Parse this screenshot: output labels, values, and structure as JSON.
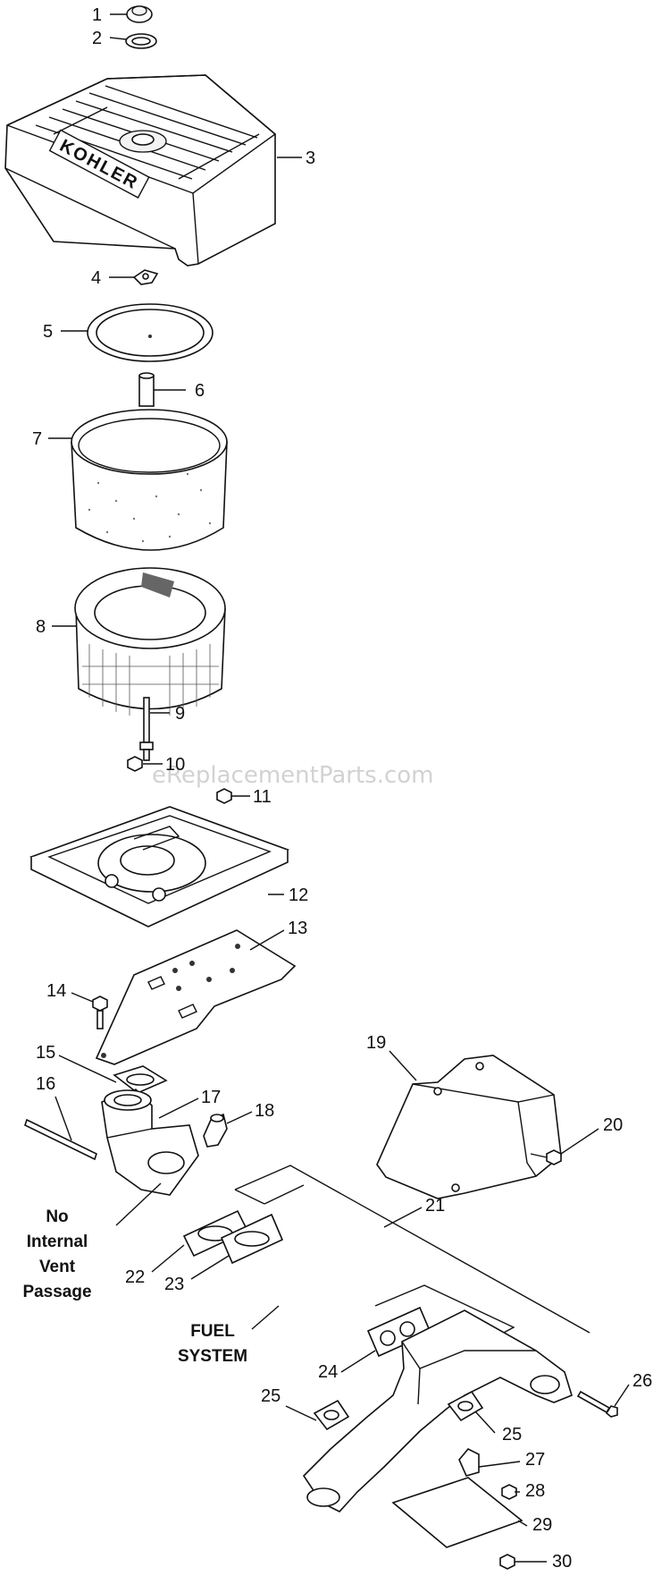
{
  "watermark": "eReplacementParts.com",
  "cover_logo": "KOHLER",
  "notes": {
    "no_internal_vent_passage": [
      "No",
      "Internal",
      "Vent",
      "Passage"
    ],
    "fuel_system": [
      "FUEL",
      "SYSTEM"
    ]
  },
  "callouts": {
    "c1": "1",
    "c2": "2",
    "c3": "3",
    "c4": "4",
    "c5": "5",
    "c6": "6",
    "c7": "7",
    "c8": "8",
    "c9": "9",
    "c10": "10",
    "c11": "11",
    "c12": "12",
    "c13": "13",
    "c14": "14",
    "c15": "15",
    "c16": "16",
    "c17": "17",
    "c18": "18",
    "c19": "19",
    "c20": "20",
    "c21": "21",
    "c22": "22",
    "c23": "23",
    "c24": "24",
    "c25a": "25",
    "c25b": "25",
    "c26": "26",
    "c27": "27",
    "c28": "28",
    "c29": "29",
    "c30": "30"
  }
}
